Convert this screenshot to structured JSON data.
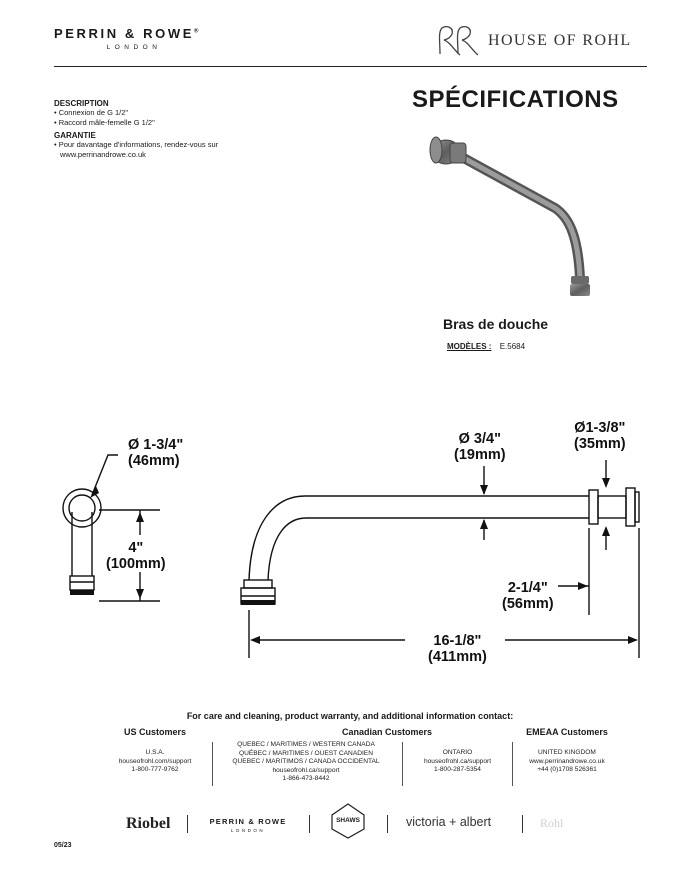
{
  "header": {
    "perrin_rowe": "PERRIN & ROWE",
    "perrin_rowe_reg": "®",
    "perrin_rowe_sub": "LONDON",
    "house_of_rohl": "HOUSE OF ROHL"
  },
  "title": "SPÉCIFICATIONS",
  "description": {
    "heading": "DESCRIPTION",
    "items": [
      "• Connexion de G 1/2\"",
      "• Raccord mâle-femelle G 1/2\""
    ]
  },
  "warranty": {
    "heading": "GARANTIE",
    "items": [
      "• Pour davantage d'informations, rendez-vous sur",
      "www.perrinandrowe.co.uk"
    ]
  },
  "product": {
    "name": "Bras de douche",
    "models_label": "MODÈLES :",
    "models_value": "E.5684"
  },
  "dimensions": {
    "d1_in": "Ø 1-3/4\"",
    "d1_mm": "(46mm)",
    "d2_in": "4\"",
    "d2_mm": "(100mm)",
    "d3_in": "Ø 3/4\"",
    "d3_mm": "(19mm)",
    "d4_in": "Ø1-3/8\"",
    "d4_mm": "(35mm)",
    "d5_in": "2-1/4\"",
    "d5_mm": "(56mm)",
    "d6_in": "16-1/8\"",
    "d6_mm": "(411mm)"
  },
  "footer": {
    "title": "For care and cleaning, product warranty, and additional information contact:",
    "us": {
      "heading": "US Customers",
      "lines": [
        "U.S.A.",
        "houseofrohl.com/support",
        "1-800-777-9762"
      ]
    },
    "canada": {
      "heading": "Canadian Customers",
      "left_lines": [
        "QUEBEC / MARITIMES / WESTERN CANADA",
        "QUÉBEC / MARITIMES / OUEST CANADIEN",
        "QUEBEC / MARITIMOS / CANADA OCCIDENTAL",
        "houseofrohl.ca/support",
        "1-866-473-8442"
      ],
      "right_lines": [
        "ONTARIO",
        "houseofrohl.ca/support",
        "1-800-287-5354"
      ]
    },
    "emea": {
      "heading": "EMEAA Customers",
      "lines": [
        "UNITED KINGDOM",
        "www.perrinandrowe.co.uk",
        "+44 (0)1708 526361"
      ]
    }
  },
  "brands": {
    "riobel": "Riobel",
    "perrin_rowe": "PERRIN & ROWE",
    "perrin_rowe_sub": "LONDON",
    "shaws": "SHAWS",
    "victoria_albert": "victoria + albert",
    "rohl": "Rohl"
  },
  "date": "05/23"
}
